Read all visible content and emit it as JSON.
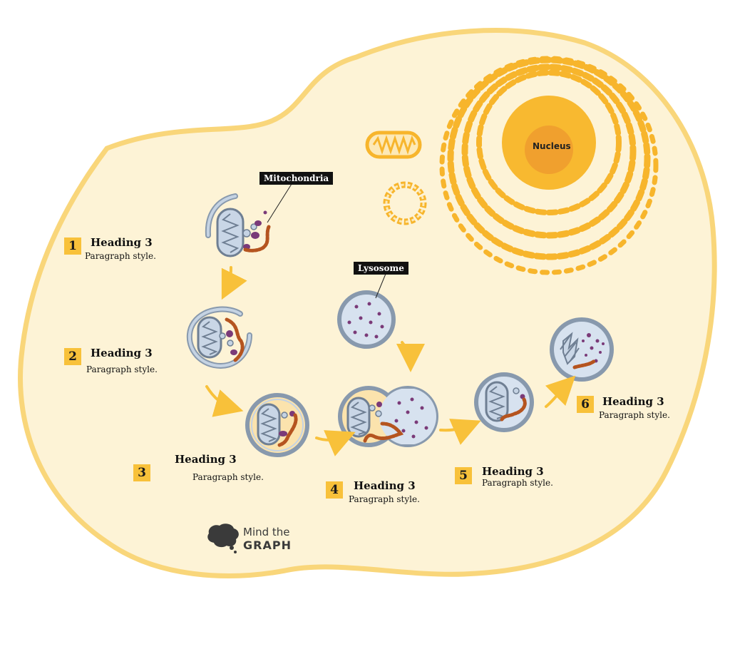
{
  "labels": {
    "mitochondria": "Mitochondria",
    "lysosome": "Lysosome",
    "nucleus": "Nucleus"
  },
  "steps": [
    {
      "number": "1",
      "heading": "Heading 3",
      "paragraph": "Paragraph style."
    },
    {
      "number": "2",
      "heading": "Heading 3",
      "paragraph": "Paragraph style."
    },
    {
      "number": "3",
      "heading": "Heading 3",
      "paragraph": "Paragraph style."
    },
    {
      "number": "4",
      "heading": "Heading 3",
      "paragraph": "Paragraph style."
    },
    {
      "number": "5",
      "heading": "Heading 3",
      "paragraph": "Paragraph style."
    },
    {
      "number": "6",
      "heading": "Heading 3",
      "paragraph": "Paragraph style."
    }
  ],
  "logo": {
    "line1": "Mind the",
    "line2": "GRAPH"
  },
  "colors": {
    "cell_fill": "#fdf3d6",
    "cell_border": "#f9d67a",
    "accent": "#f8c13a",
    "organelle_orange": "#f7b52c",
    "vesicle_fill": "#d7e2ef",
    "vesicle_border": "#8899ad",
    "dark_purple": "#7a3a78",
    "chain_brown": "#b5541f"
  }
}
